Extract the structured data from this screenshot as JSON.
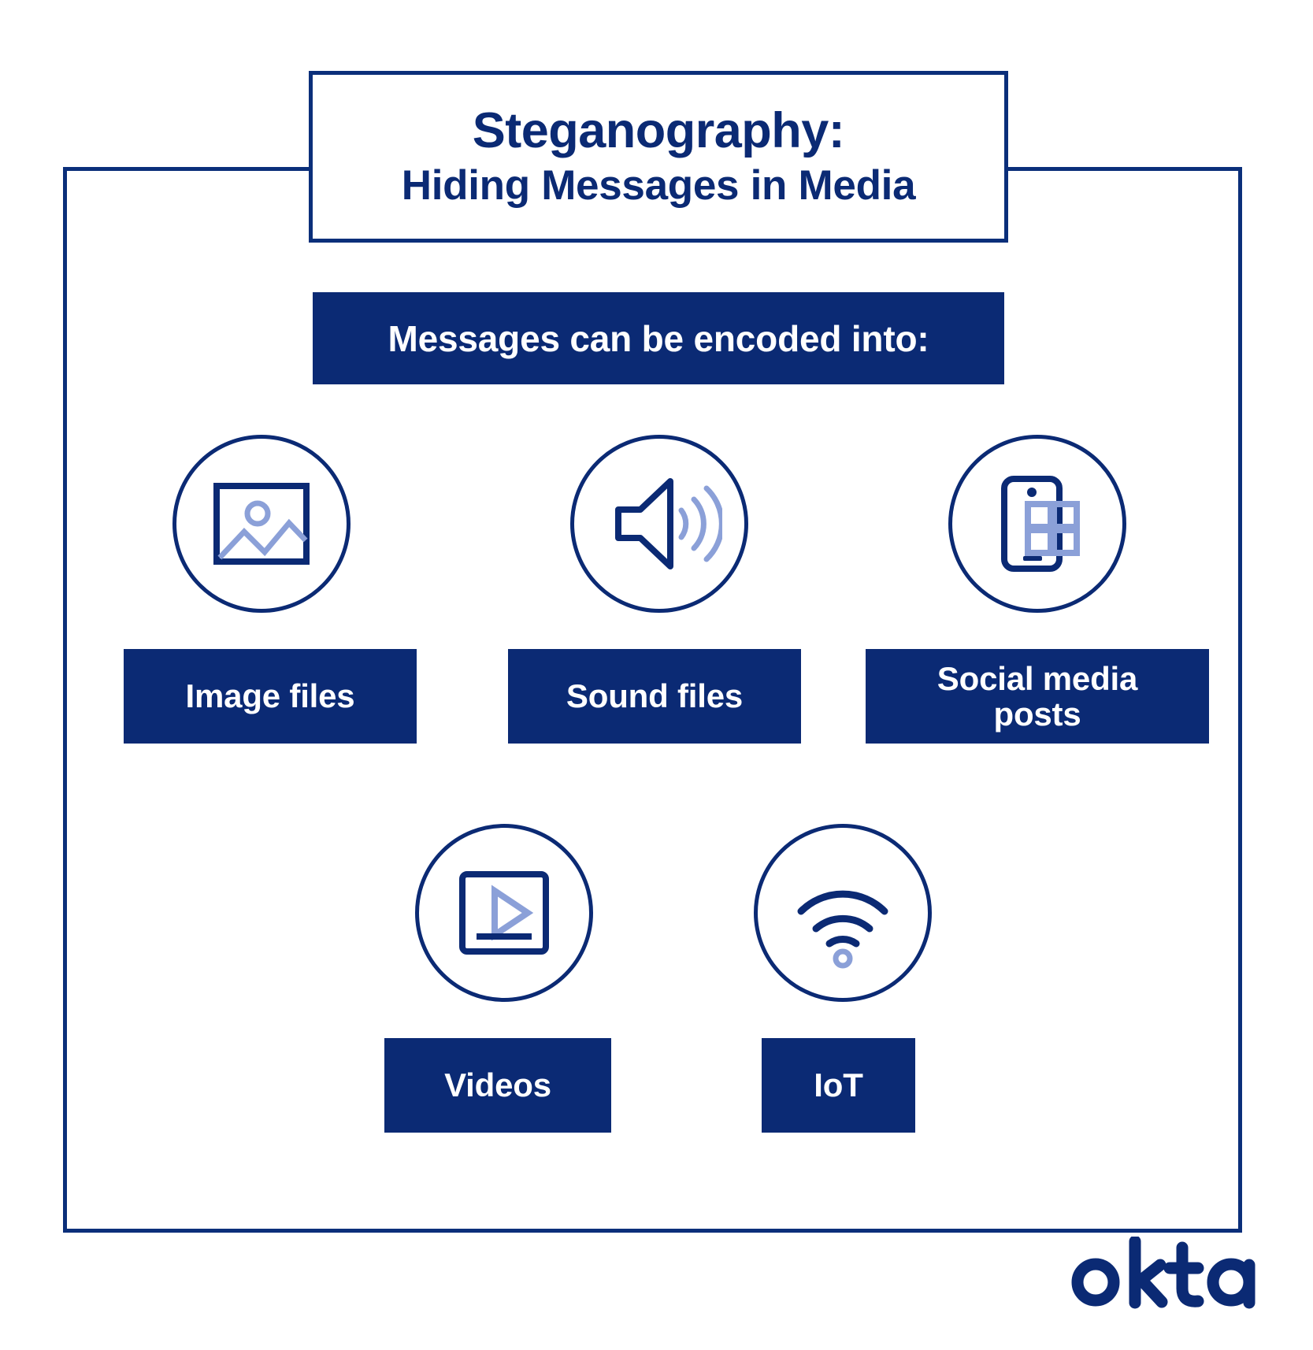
{
  "title": {
    "line1": "Steganography:",
    "line2": "Hiding Messages in Media"
  },
  "banner": {
    "text": "Messages can be encoded into:"
  },
  "colors": {
    "navy": "#0b2a74",
    "light_blue": "#8ba0d8",
    "white": "#ffffff"
  },
  "media_types": [
    {
      "id": "image",
      "label": "Image files",
      "icon": "image-icon"
    },
    {
      "id": "sound",
      "label": "Sound files",
      "icon": "speaker-icon"
    },
    {
      "id": "social",
      "label": "Social media\nposts",
      "icon": "smartphone-apps-icon"
    },
    {
      "id": "video",
      "label": "Videos",
      "icon": "video-player-icon"
    },
    {
      "id": "iot",
      "label": "IoT",
      "icon": "wifi-icon"
    }
  ],
  "labels": {
    "image": "Image files",
    "sound": "Sound files",
    "social_line1": "Social media",
    "social_line2": "posts",
    "video": "Videos",
    "iot": "IoT"
  },
  "brand": {
    "name": "okta"
  }
}
